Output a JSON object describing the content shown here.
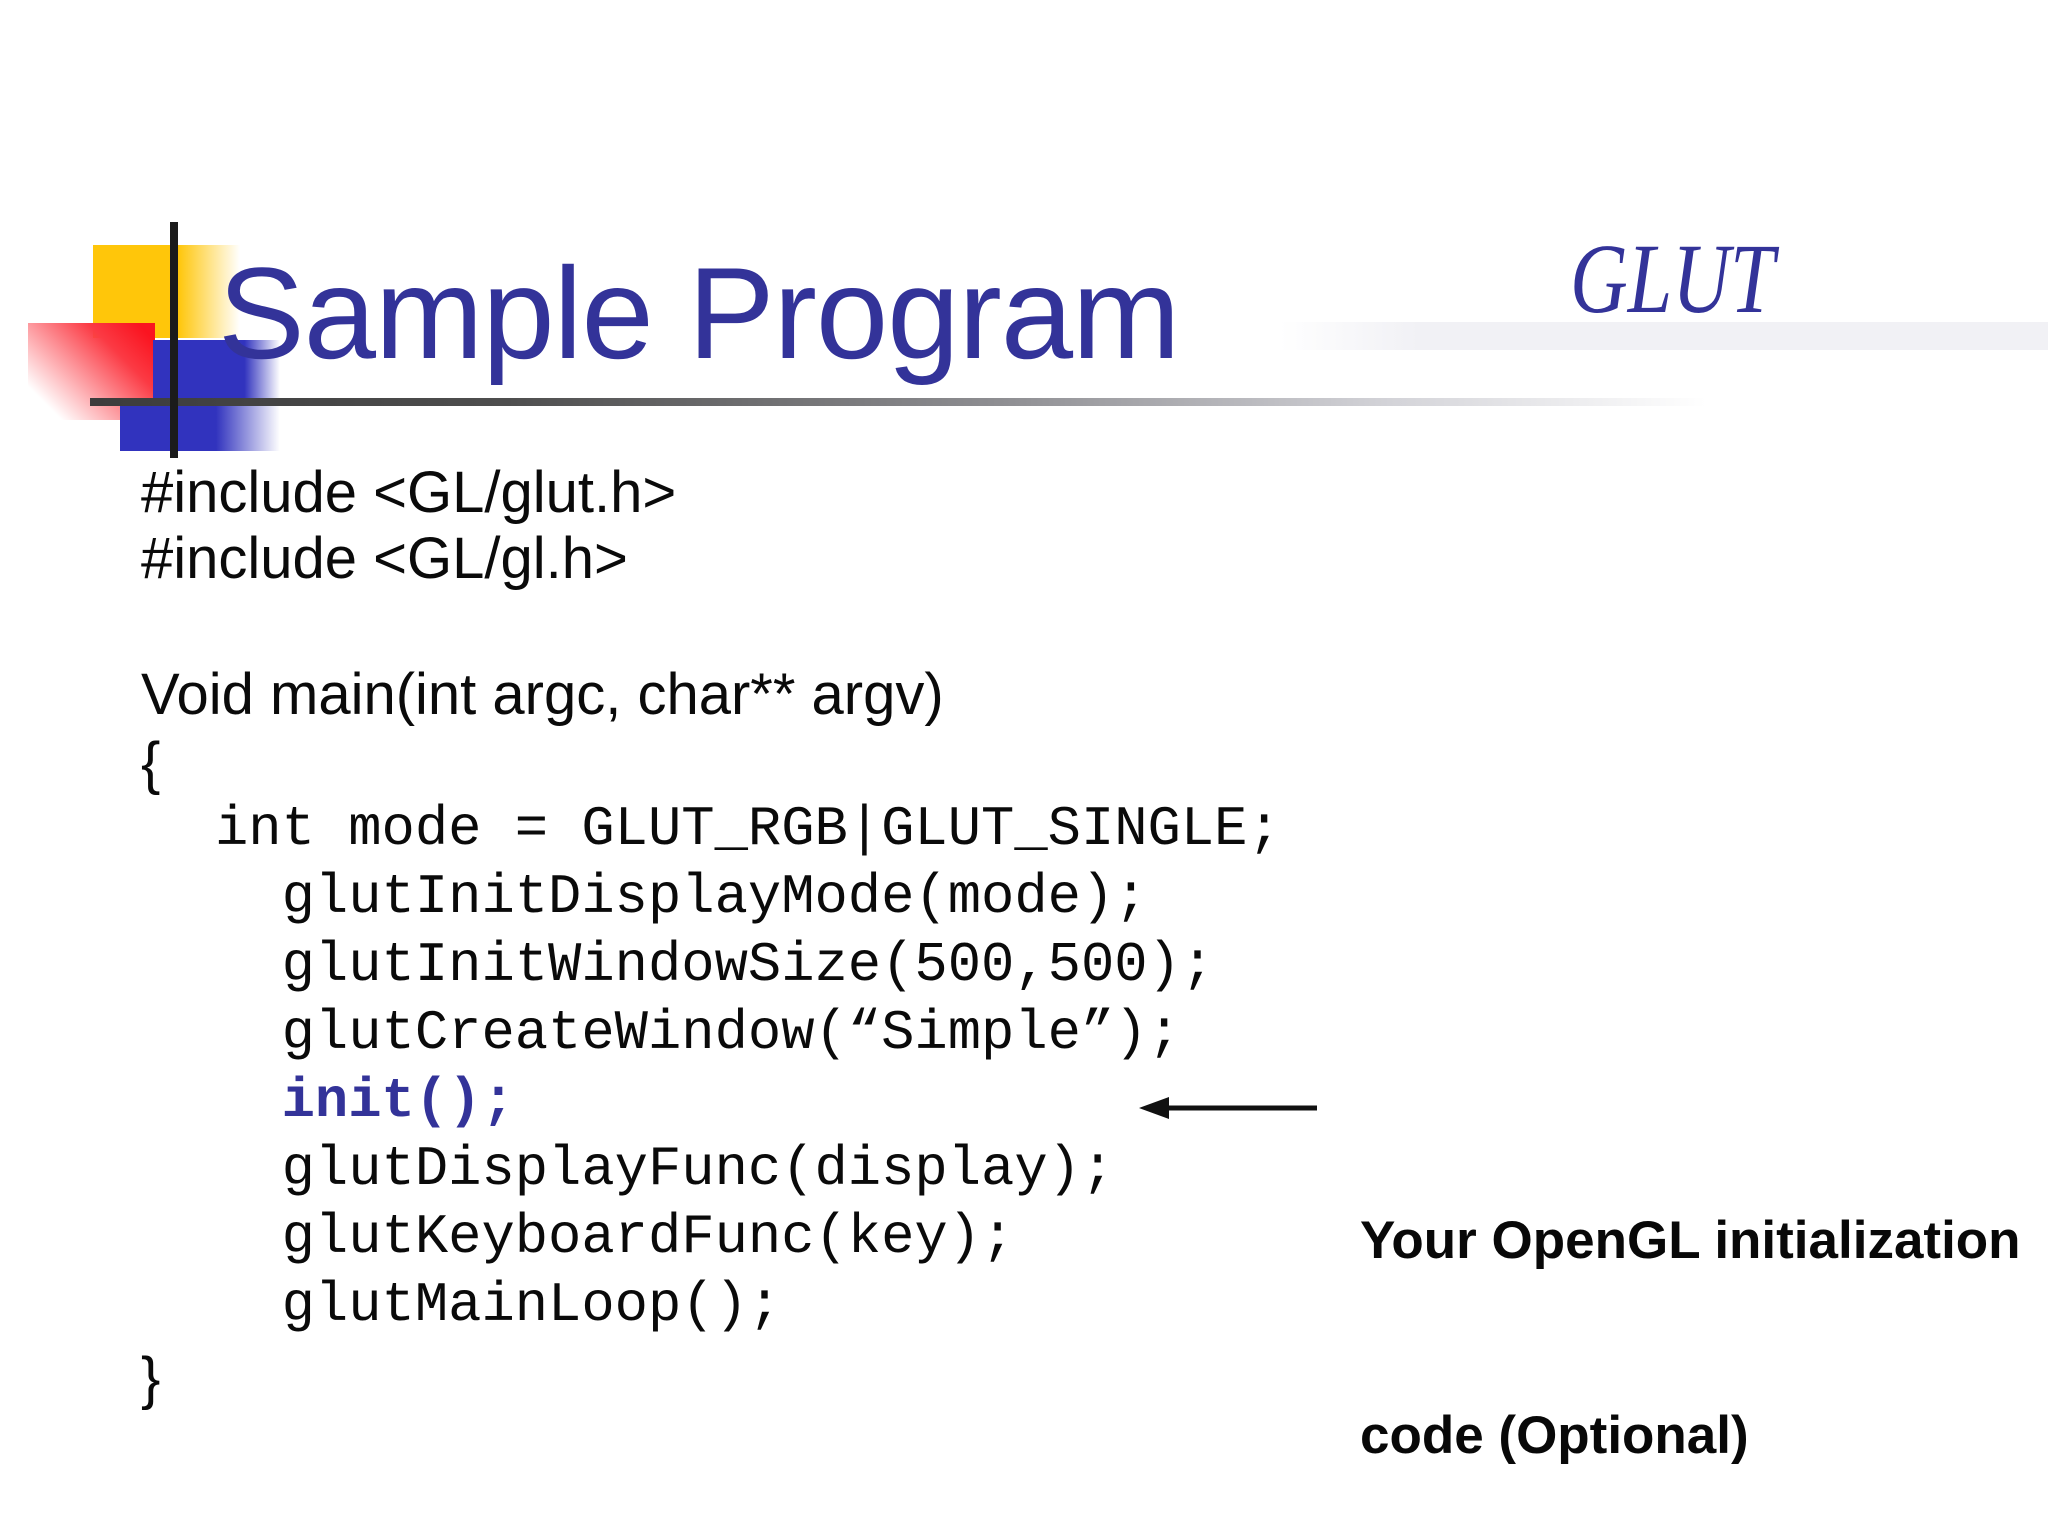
{
  "slide": {
    "title": "Sample Program",
    "watermark": "GLUT"
  },
  "code": {
    "include1": "#include <GL/glut.h>",
    "include2": "#include <GL/gl.h>",
    "main_decl": "Void main(int argc, char** argv)",
    "open_brace": "{",
    "close_brace": "}",
    "mono_lines": [
      "int mode = GLUT_RGB|GLUT_SINGLE;",
      "  glutInitDisplayMode(mode);",
      "  glutInitWindowSize(500,500);",
      "  glutCreateWindow(“Simple”);",
      "  init();",
      "  glutDisplayFunc(display);",
      "  glutKeyboardFunc(key);",
      "  glutMainLoop();"
    ]
  },
  "callout": {
    "line1": "Your OpenGL initialization",
    "line2": "code (Optional)"
  },
  "colors": {
    "accent_indigo": "#333399",
    "text_black": "#0a0a0a",
    "deco_yellow": "#ffc60a",
    "deco_red": "#fa1420",
    "deco_blue": "#3133be",
    "line_dark": "#1b1b1b"
  }
}
